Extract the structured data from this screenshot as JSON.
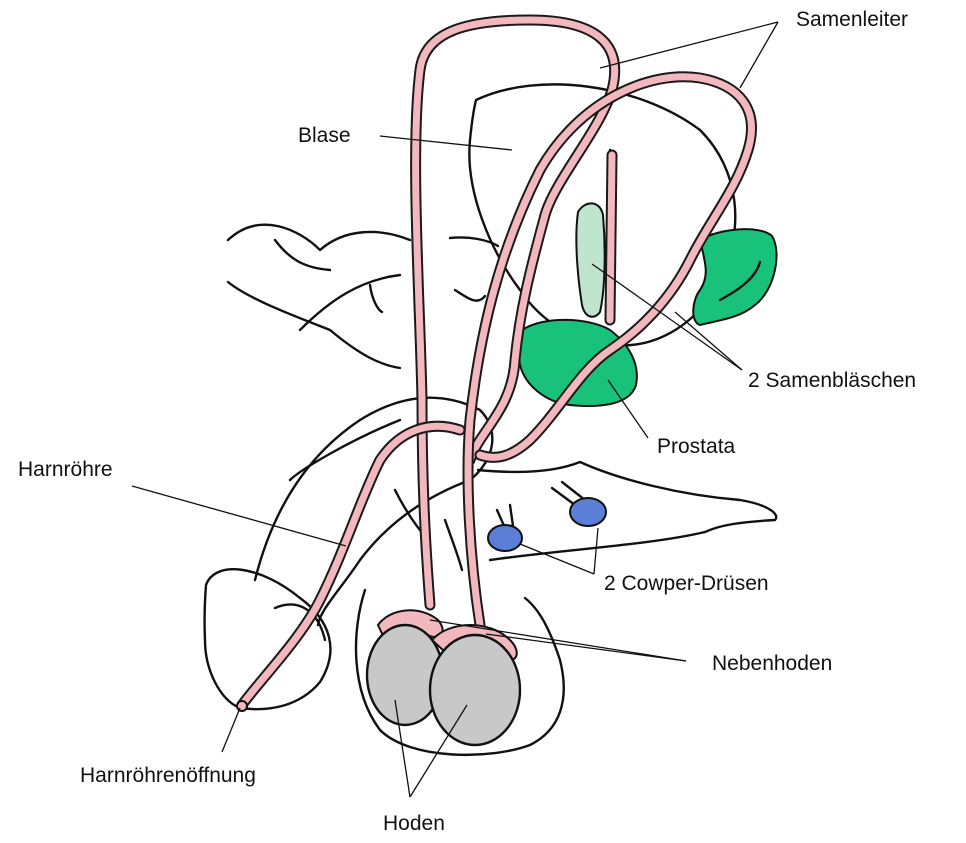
{
  "colors": {
    "duct": "#f2b8bd",
    "gland_green": "#19c27a",
    "vesicle_light": "#bfe6cc",
    "cowper_blue": "#5b7fd6",
    "testis_gray": "#c8c8c8"
  },
  "labels": {
    "samenleiter": "Samenleiter",
    "blase": "Blase",
    "samenblaeschen": "2 Samenbläschen",
    "prostata": "Prostata",
    "harnroehre": "Harnröhre",
    "cowper": "2 Cowper-Drüsen",
    "nebenhoden": "Nebenhoden",
    "harnroehrenoeffnung": "Harnröhrenöffnung",
    "hoden": "Hoden"
  }
}
